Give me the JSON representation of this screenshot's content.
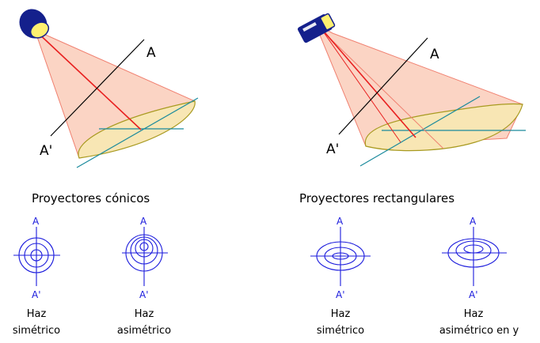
{
  "conic": {
    "caption": "Proyectores cónicos",
    "label_a": "A",
    "label_a_prime": "A'",
    "symmetric": {
      "label_a": "A",
      "label_a_prime": "A'",
      "line1": "Haz",
      "line2": "simétrico"
    },
    "asymmetric": {
      "label_a": "A",
      "label_a_prime": "A'",
      "line1": "Haz",
      "line2": "asimétrico"
    }
  },
  "rectangular": {
    "caption": "Proyectores rectangulares",
    "label_a": "A",
    "label_a_prime": "A'",
    "symmetric": {
      "label_a": "A",
      "label_a_prime": "A'",
      "line1": "Haz",
      "line2": "simétrico"
    },
    "asymmetric": {
      "label_a": "A",
      "label_a_prime": "A'",
      "line1": "Haz",
      "line2": "asimétrico en y"
    }
  },
  "colors": {
    "beam_fill": "#fbd4c4",
    "beam_edge": "#f08070",
    "axis_red": "#e82020",
    "ellipse_fill": "#f8e6b4",
    "ellipse_edge": "#a89a20",
    "plane_line": "#1a8a9c",
    "lamp_body": "#14208c",
    "lamp_lens": "#fff070",
    "iso_blue": "#1a1adc"
  }
}
